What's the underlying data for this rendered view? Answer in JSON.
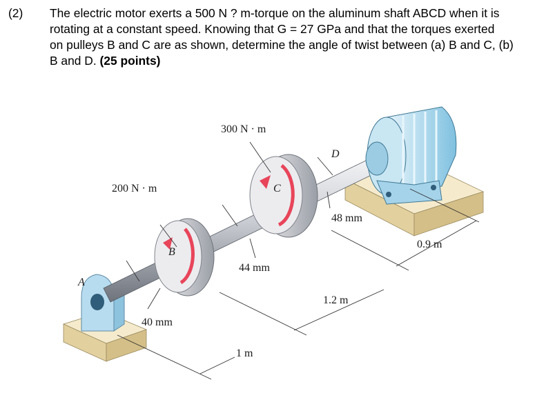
{
  "problem": {
    "number": "(2)",
    "lines": [
      "The electric motor exerts a 500 N ? m-torque on the aluminum shaft ABCD when it is",
      "rotating at a constant speed. Knowing that G = 27 GPa and that the torques exerted",
      "on pulleys B and C are as shown, determine the angle of twist between (a) B and C, (b)",
      "B and D."
    ],
    "points": "(25 points)"
  },
  "figure": {
    "torque_c": "300 N · m",
    "torque_b": "200 N · m",
    "label_a": "A",
    "label_b": "B",
    "label_c": "C",
    "label_d": "D",
    "dia_ab": "40 mm",
    "dia_bc": "44 mm",
    "dia_cd": "48 mm",
    "len_ab": "1 m",
    "len_bc": "1.2 m",
    "len_cd": "0.9 m"
  }
}
